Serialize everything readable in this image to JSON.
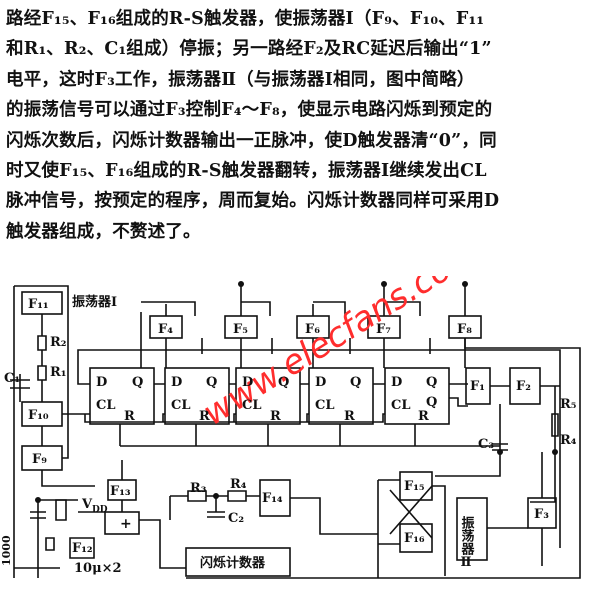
{
  "paragraph": [
    "路经F₁₅、F₁₆组成的R-S触发器，使振荡器Ⅰ（F₉、F₁₀、F₁₁",
    "和R₁、R₂、C₁组成）停振；另一路经F₂及RC延迟后输出“1”",
    "电平，这时F₃工作，振荡器Ⅱ（与振荡器Ⅰ相同，图中简略）",
    "的振荡信号可以通过F₃控制F₄～F₈，使显示电路闪烁到预定的",
    "闪烁次数后，闪烁计数器输出一正脉冲，使D触发器清“0”，同",
    "时又使F₁₅、F₁₆组成的R-S触发器翻转，振荡器Ⅰ继续发出CL",
    "脉冲信号，按预定的程序，周而复始。闪烁计数器同样可采用D",
    "触发器组成，不赘述了。"
  ],
  "diagram": {
    "watermark": "www.elecfans.com",
    "osc1_label": "振荡器Ⅰ",
    "osc2_label": "振荡器Ⅱ",
    "counter_label": "闪烁计数器",
    "vdd": "V",
    "vdd_sub": "DD",
    "cap_label": "10μ×2",
    "r_1000": "1000",
    "gates": {
      "f11": "F₁₁",
      "f10": "F₁₀",
      "f9": "F₉",
      "f4": "F₄",
      "f5": "F₅",
      "f6": "F₆",
      "f7": "F₇",
      "f8": "F₈",
      "f1": "F₁",
      "f2": "F₂",
      "f3": "F₃",
      "f13": "F₁₃",
      "f14": "F₁₄",
      "f15": "F₁₅",
      "f16": "F₁₆",
      "f12": "F₁₂"
    },
    "comp": {
      "r1": "R₁",
      "r2": "R₂",
      "r3": "R₃",
      "r4": "R₄",
      "r5": "R₅",
      "c1": "C₁",
      "c2": "C₂",
      "c3": "C₃"
    },
    "ff": {
      "d": "D",
      "q": "Q",
      "qbar": "Q",
      "cl": "CL",
      "r": "R"
    }
  }
}
